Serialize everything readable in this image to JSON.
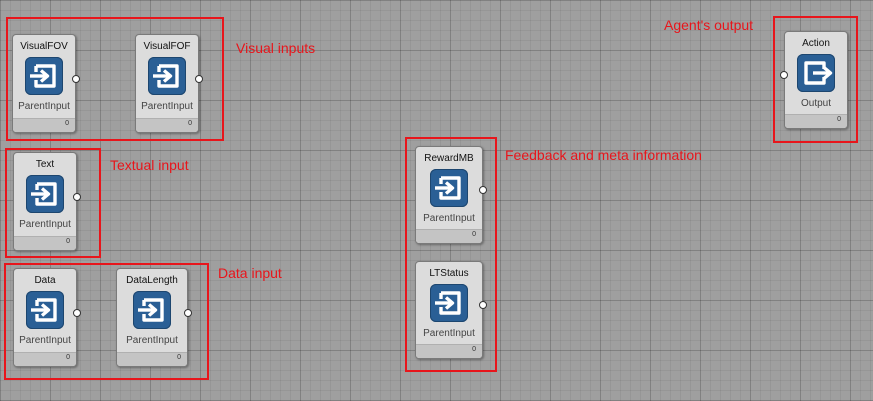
{
  "groups": {
    "visual": {
      "label": "Visual inputs"
    },
    "textual": {
      "label": "Textual input"
    },
    "data": {
      "label": "Data input"
    },
    "feedback": {
      "label": "Feedback and meta information"
    },
    "output": {
      "label": "Agent's output"
    }
  },
  "nodes": {
    "visualfov": {
      "title": "VisualFOV",
      "subtitle": "ParentInput",
      "count": "0",
      "icon": "input-arrow-icon"
    },
    "visualfof": {
      "title": "VisualFOF",
      "subtitle": "ParentInput",
      "count": "0",
      "icon": "input-arrow-icon"
    },
    "text": {
      "title": "Text",
      "subtitle": "ParentInput",
      "count": "0",
      "icon": "input-arrow-icon"
    },
    "data": {
      "title": "Data",
      "subtitle": "ParentInput",
      "count": "0",
      "icon": "input-arrow-icon"
    },
    "datalength": {
      "title": "DataLength",
      "subtitle": "ParentInput",
      "count": "0",
      "icon": "input-arrow-icon"
    },
    "rewardmb": {
      "title": "RewardMB",
      "subtitle": "ParentInput",
      "count": "0",
      "icon": "input-arrow-icon"
    },
    "ltstatus": {
      "title": "LTStatus",
      "subtitle": "ParentInput",
      "count": "0",
      "icon": "input-arrow-icon"
    },
    "action": {
      "title": "Action",
      "subtitle": "Output",
      "count": "0",
      "icon": "output-arrow-icon"
    }
  },
  "colors": {
    "canvas": "#9f9f9f",
    "annotation": "#e8151b",
    "icon_bg": "#2a5f95"
  }
}
